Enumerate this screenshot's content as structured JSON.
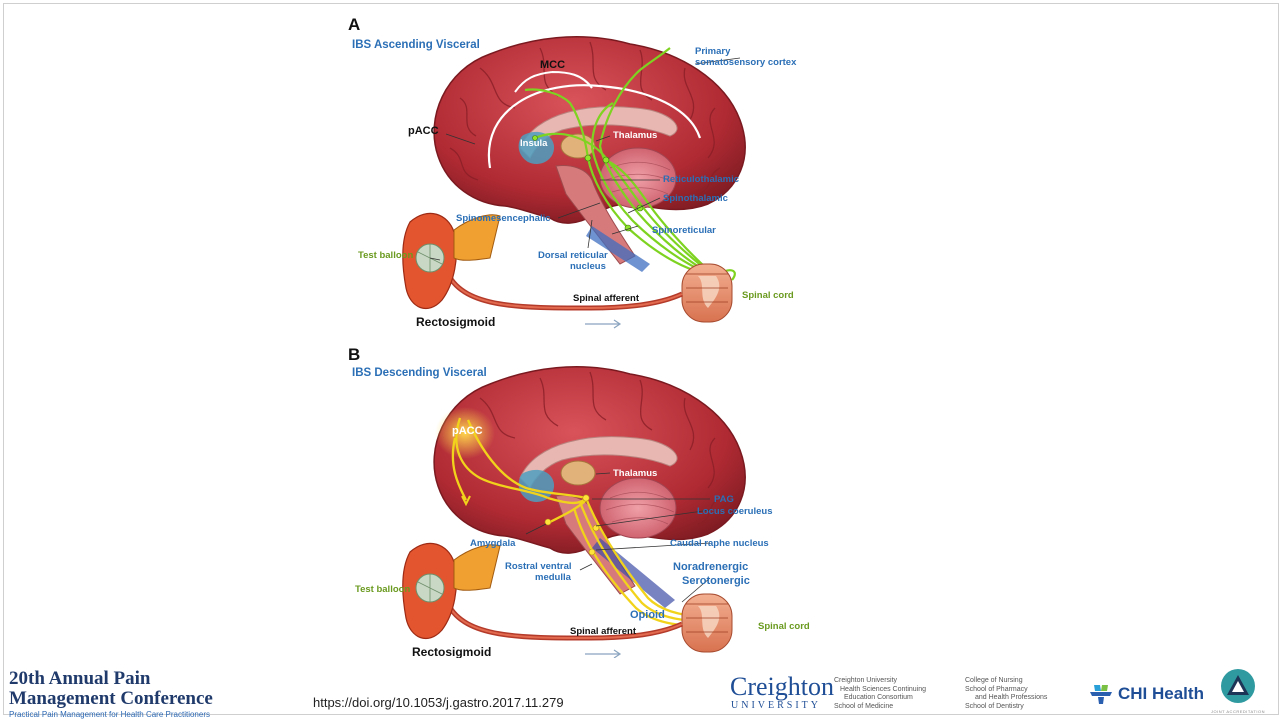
{
  "figure": {
    "panel_a": {
      "letter": "A",
      "title": "IBS Ascending Visceral",
      "labels": {
        "mcc": "MCC",
        "pacc": "pACC",
        "primary1": "Primary",
        "primary2": "somatosensory cortex",
        "thalamus": "Thalamus",
        "insula": "Insula",
        "reticulothalamic": "Reticulothalamic",
        "spinothalamic": "Spinothalamic",
        "spinomesencephalic": "Spinomesencephalic",
        "spinoreticular": "Spinoreticular",
        "dorsal1": "Dorsal reticular",
        "dorsal2": "nucleus",
        "test_balloon": "Test balloon",
        "spinal_afferent": "Spinal afferent",
        "spinal_cord": "Spinal cord",
        "rectosigmoid": "Rectosigmoid"
      }
    },
    "panel_b": {
      "letter": "B",
      "title": "IBS Descending Visceral",
      "labels": {
        "pacc": "pACC",
        "thalamus": "Thalamus",
        "pag": "PAG",
        "locus": "Locus coeruleus",
        "amygdala": "Amygdala",
        "caudal": "Caudal raphe nucleus",
        "rostral1": "Rostral ventral",
        "rostral2": "medulla",
        "noradrenergic": "Noradrenergic",
        "serotonergic": "Serotonergic",
        "opioid": "Opioid",
        "test_balloon": "Test balloon",
        "spinal_afferent": "Spinal afferent",
        "spinal_cord": "Spinal cord",
        "rectosigmoid": "Rectosigmoid"
      }
    }
  },
  "footer": {
    "conference_line1": "20th Annual Pain",
    "conference_line2": "Management Conference",
    "conference_tagline": "Practical Pain Management for Health Care Practitioners",
    "doi": "https://doi.org/10.1053/j.gastro.2017.11.279",
    "creighton_name": "Creighton",
    "creighton_sub": "UNIVERSITY",
    "hsce": [
      "Creighton University",
      "Health Sciences Continuing",
      "Education Consortium",
      "School of Medicine"
    ],
    "schools": [
      "College of Nursing",
      "School of Pharmacy",
      "and Health Professions",
      "School of Dentistry"
    ],
    "chi_health": "CHI Health",
    "joint_accreditation": "JOINT ACCREDITATION"
  },
  "colors": {
    "label_blue": "#2b6fb6",
    "label_green": "#6a9a1f",
    "brain_red": "#b8323a",
    "ascending_green": "#7ed321",
    "descending_yellow": "#f2d31b",
    "conference_navy": "#1f3a6b"
  }
}
